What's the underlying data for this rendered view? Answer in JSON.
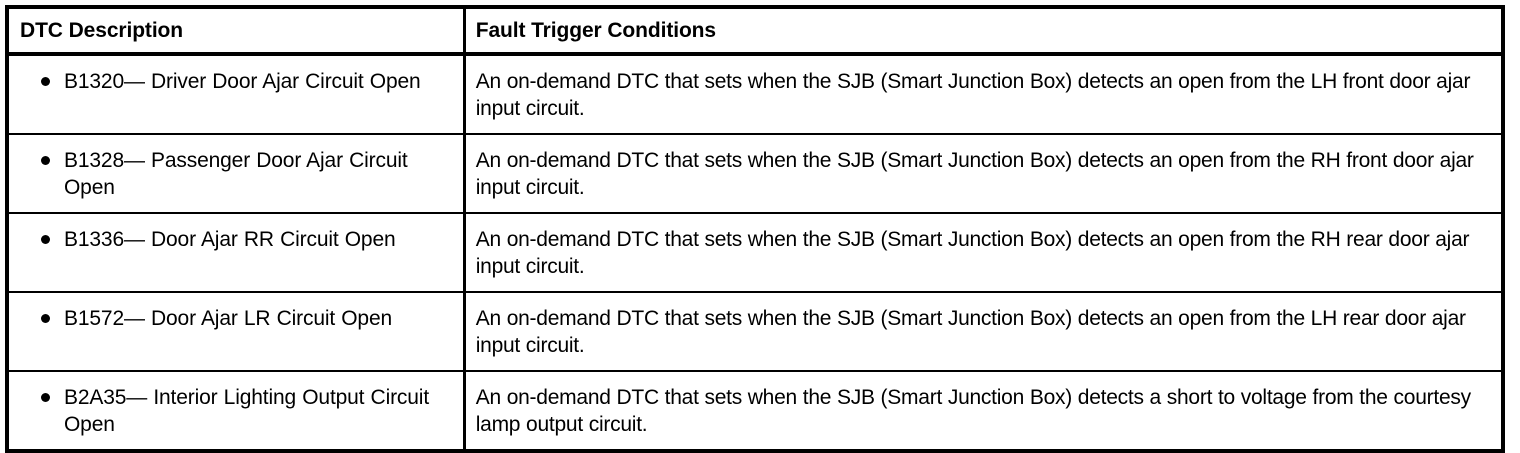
{
  "table": {
    "columns": [
      {
        "key": "dtc",
        "header": "DTC Description"
      },
      {
        "key": "condition",
        "header": "Fault Trigger Conditions"
      }
    ],
    "bullet_glyph": "filled-circle",
    "border_color": "#000000",
    "background_color": "#FFFFFF",
    "text_color": "#000000",
    "rows": [
      {
        "dtc": "B1320— Driver Door Ajar Circuit Open",
        "condition": "An on-demand DTC that sets when the SJB (Smart Junction Box) detects an open from the LH front door ajar input circuit."
      },
      {
        "dtc": "B1328— Passenger Door Ajar Circuit Open",
        "condition": "An on-demand DTC that sets when the SJB (Smart Junction Box) detects an open from the RH front door ajar input circuit."
      },
      {
        "dtc": "B1336— Door Ajar RR Circuit Open",
        "condition": "An on-demand DTC that sets when the SJB (Smart Junction Box) detects an open from the RH rear door ajar input circuit."
      },
      {
        "dtc": "B1572— Door Ajar LR Circuit Open",
        "condition": "An on-demand DTC that sets when the SJB (Smart Junction Box) detects an open from the LH rear door ajar input circuit."
      },
      {
        "dtc": "B2A35— Interior Lighting Output Circuit Open",
        "condition": "An on-demand DTC that sets when the SJB (Smart Junction Box) detects a short to voltage from the courtesy lamp output circuit."
      }
    ]
  }
}
